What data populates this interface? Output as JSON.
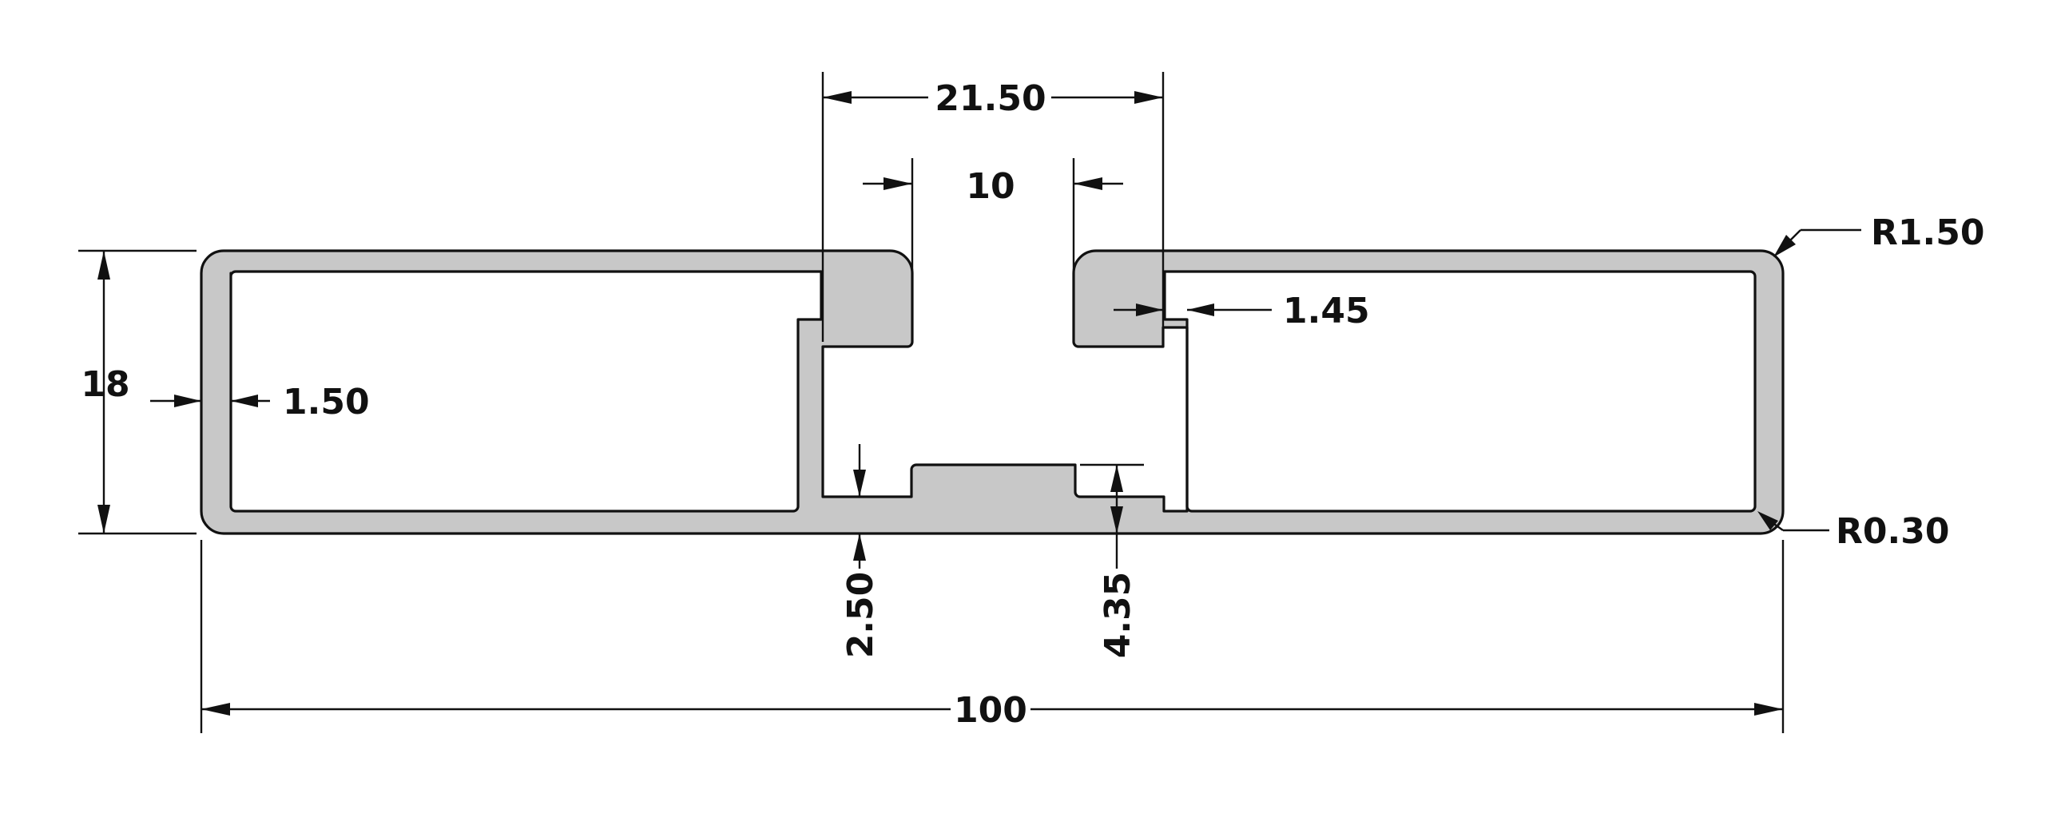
{
  "drawing": {
    "colors": {
      "profile_fill": "#c8c8c8",
      "line": "#111111",
      "background": "#ffffff"
    },
    "dimensions": {
      "overall_width": "100",
      "overall_height": "18",
      "slot_outer_width": "21.50",
      "slot_opening": "10",
      "wall_thickness_side": "1.50",
      "slot_wall_thickness": "1.45",
      "bottom_thickness": "2.50",
      "slot_bottom_thickness": "4.35",
      "outer_corner_radius": "R1.50",
      "inner_corner_radius": "R0.30"
    }
  }
}
